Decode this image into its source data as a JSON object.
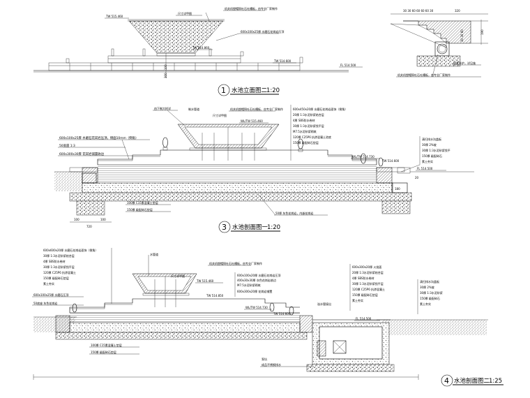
{
  "sheet": {
    "views": [
      {
        "id": "elevation2",
        "number": "1",
        "title": "水池立面图二",
        "scale": "1:20",
        "labels": {
          "top_note": "机关机塑帽铜吐石吐槽板，由专业厂家制作",
          "dim_note": "尺寸详甲图",
          "tw_top": "TW 515.460",
          "top_row": "600x100x25厚 水磨石花岗岩压顶",
          "tw_mid": "TW 514.860",
          "tw_right": "TW 514.600",
          "fl": "FL 514.500",
          "dim_v": "100",
          "dim_h": "300"
        }
      },
      {
        "id": "detail",
        "labels": {
          "dims_top": "30 30 60 60 60 60 30",
          "dim_320": "320",
          "dim_190": "190",
          "dim_left": "30 30 60",
          "note1": "成套外护，详见施",
          "note2": "机关机塑帽铜吐石吐槽板，由专业厂家制作"
        }
      },
      {
        "id": "section1",
        "number": "3",
        "title": "水池剖面图一",
        "scale": "1:20",
        "labels": {
          "top_a": "由下制大样详",
          "top_b": "制水管道",
          "top_c": "机关机塑帽铜吐石吐槽板，由专业厂家制作",
          "top_d": "尺寸详甲图",
          "tw": "WL/TW 515.460",
          "mid_tw": "WL/TW 514.730",
          "tw_right": "TW 514.600",
          "fl": "FL 514.500",
          "fl_right": "FL 514.500",
          "left_spec": [
            "600x100x25厚 水磨石花岗岩压顶，侧面10mm（倒角）",
            "50底座 1:3",
            "600x300x30厚 花岗岩铺置收边"
          ],
          "right_spec": [
            "600x450x20厚 水磨石花岗岩面饰（倒角）",
            "20厚 1:3水泥砂浆结合层",
            "4厚 SBS防水卷材",
            "30厚 1:3水泥砂浆找平层",
            "M7.5水泥砂浆砌筑",
            "120厚 C25P6 抗渗混凝土池底",
            "150厚 级配碎石垫层"
          ],
          "far_right": [
            "清扫排水沟盖板",
            "30厚 2%坡",
            "30厚 1:3水泥砂浆找平",
            "150厚 级配碎石",
            "素土夯实"
          ],
          "bottom_a": "100厚 C15素混凝土垫层",
          "bottom_b": "150厚 级配碎石垫层",
          "bottom_note": "50厚 灰色花岗岩，内嵌花岗岩",
          "dims": [
            "100",
            "720",
            "100"
          ],
          "dim_180": "180",
          "dim_20": "20",
          "dim_180b": "180"
        }
      },
      {
        "id": "section2",
        "number": "4",
        "title": "水池剖面图二",
        "scale": "1:25",
        "labels": {
          "left_spec": [
            "600x600x20厚 水磨石花岗岩面饰（倒角）",
            "30厚 1:3水泥砂浆结合层",
            "4厚 SBS防水卷材",
            "30厚 1:3水泥砂浆找平层",
            "120厚 C25P6 抗渗混凝土",
            "150厚 级配碎石垫层",
            "素土夯实"
          ],
          "left_low": [
            "600x100x25厚 水磨石压顶",
            "50底座 灰色花岗岩"
          ],
          "top_a": "机关机塑帽铜吐石吐槽板，由专业厂家制作",
          "top_b": "水管道",
          "top_c": "尺寸详甲图",
          "tw": "TW 515.460",
          "mid_spec": [
            "600x100x20厚 水磨石花岗岩压顶",
            "400x30x30厚 灰色花岗岩收边",
            "M7.5水泥砂浆砌筑",
            "600x300x20厚 花岗岩铺置"
          ],
          "tw_a": "TW 514.850",
          "tw_b": "WL/TW 514.730",
          "tw_c": "TW 514.600",
          "fl": "FL 514.500",
          "right_spec": [
            "600x300x20厚 火烧面",
            "20厚 1:3水泥砂浆结合层",
            "4厚 SBS防水卷材",
            "30厚 1:3水泥砂浆找平层",
            "120厚 C25P6 抗渗混凝土",
            "150厚 级配碎石垫层",
            "素土夯实"
          ],
          "far_right": [
            "清扫排水沟盖板",
            "30厚 2%坡",
            "30厚 1:3水泥砂浆",
            "150厚 级配碎石",
            "素土夯实"
          ],
          "bottom_a": "100厚 C15素混凝土垫层",
          "bottom_b": "150厚 级配碎石垫层",
          "pump_note": "泵坑",
          "pump_note2": "成品不锈钢排水",
          "side_note": "溢水管接出"
        }
      }
    ]
  }
}
